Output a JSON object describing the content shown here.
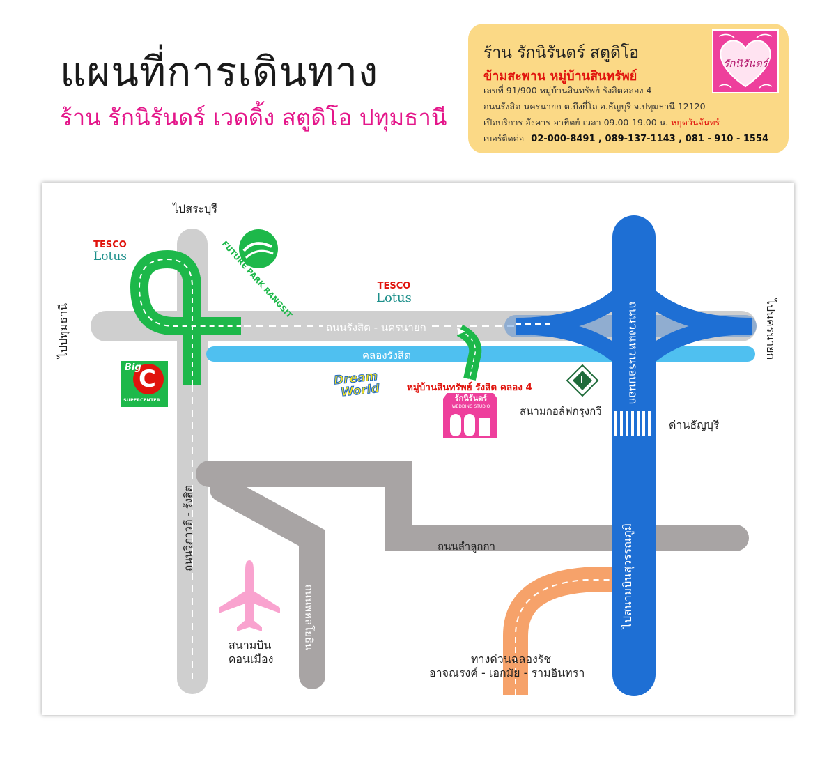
{
  "header": {
    "title": "แผนที่การเดินทาง",
    "subtitle": "ร้าน รักนิรันดร์ เวดดิ้ง สตูดิโอ ปทุมธานี"
  },
  "info_card": {
    "shop_name": "ร้าน รักนิรันดร์ สตูดิโอ",
    "location": "ข้ามสะพาน หมู่บ้านสินทรัพย์",
    "address_line1": "เลขที่ 91/900 หมู่บ้านสินทรัพย์ รังสิตคลอง 4",
    "address_line2": "ถนนรังสิต-นครนายก ต.บึงยี่โถ อ.ธัญบุรี จ.ปทุมธานี 12120",
    "hours": "เปิดบริการ อังคาร-อาทิตย์ เวลา 09.00-19.00 น.",
    "closed_day": "หยุดวันจันทร์",
    "contact_label": "เบอร์ติดต่อ",
    "phones": "02-000-8491 , 089-137-1143 , 081 - 910 - 1554",
    "logo_text": "รักนิรันดร์"
  },
  "map": {
    "labels": {
      "to_saraburi": "ไปสระบุรี",
      "to_pathumthani": "ไปปทุมธานี",
      "to_nakhonnayok": "ไปนครนายก",
      "rangsit_road": "ถนนรังสิต - นครนายก",
      "canal": "คลองรังสิต",
      "village": "หมู่บ้านสินทรัพย์ รังสิต คลอง 4",
      "golf": "สนามกอล์ฟกรุงกวี",
      "toll": "ด่านธัญบุรี",
      "ring_road": "ถนนวงแหวนรอบนอก",
      "suvarnabhumi": "ไปสนามบินสุวรรณภูมิ",
      "lamlukka": "ถนนลำลูกกา",
      "vibhavadi": "ถนนวิภาวดี - รังสิต",
      "phahonyothin": "ถนนพหลโยธิน",
      "donmueang_1": "สนามบิน",
      "donmueang_2": "ดอนเมือง",
      "expressway_1": "ทางด่วนฉลองรัช",
      "expressway_2": "อาจณรงค์ - เอกมัย - รามอินทรา"
    },
    "brands": {
      "tesco_top": "TESCO",
      "lotus": "Lotus",
      "future_park": "FUTURE PARK RANGSIT",
      "bigc_big": "Big",
      "bigc_c": "C",
      "bigc_sub": "SUPERCENTER",
      "dream": "Dream",
      "world": "World",
      "studio_name": "รักนิรันดร์",
      "studio_sub": "WEDDING STUDIO"
    },
    "colors": {
      "road_gray": "#cfcfcf",
      "canal_blue": "#4fc0f0",
      "ring_blue": "#1e6fd4",
      "green_ramp": "#1db84a",
      "lamlukka_dark": "#a8a4a4",
      "expressway_orange": "#f6a26a",
      "studio_pink": "#ee3f9c"
    }
  }
}
